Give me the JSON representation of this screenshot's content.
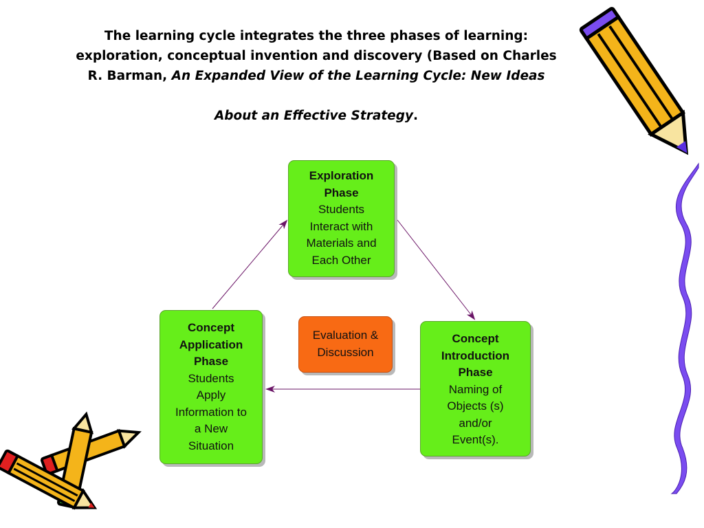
{
  "heading": {
    "line1": "The learning cycle integrates the three phases of learning:",
    "line2": "exploration, conceptual invention and discovery (Based on Charles",
    "line3_plain": "R. Barman, ",
    "line3_italic": "An Expanded View of the Learning Cycle: New Ideas",
    "line4_italic": "About an Effective Strategy",
    "line4_end": "."
  },
  "diagram": {
    "exploration": {
      "title_1": "Exploration",
      "title_2": "Phase",
      "body": [
        "Students",
        "Interact with",
        "Materials and",
        "Each Other"
      ]
    },
    "introduction": {
      "title_1": "Concept",
      "title_2": "Introduction",
      "title_3": "Phase",
      "body": [
        "Naming of",
        "Objects (s)",
        "and/or",
        "Event(s)."
      ]
    },
    "application": {
      "title_1": "Concept",
      "title_2": "Application",
      "title_3": "Phase",
      "body": [
        "Students",
        "Apply",
        "Information to",
        "a New",
        "Situation"
      ]
    },
    "evaluation": {
      "line1": "Evaluation &",
      "line2": "Discussion"
    }
  },
  "colors": {
    "phase_box": "#66ee1a",
    "evaluation_box": "#f86a14",
    "arrow": "#6a1466",
    "pencil_body": "#f4b41a",
    "pencil_outline": "#000000",
    "border_accent": "#7a4cf0"
  }
}
